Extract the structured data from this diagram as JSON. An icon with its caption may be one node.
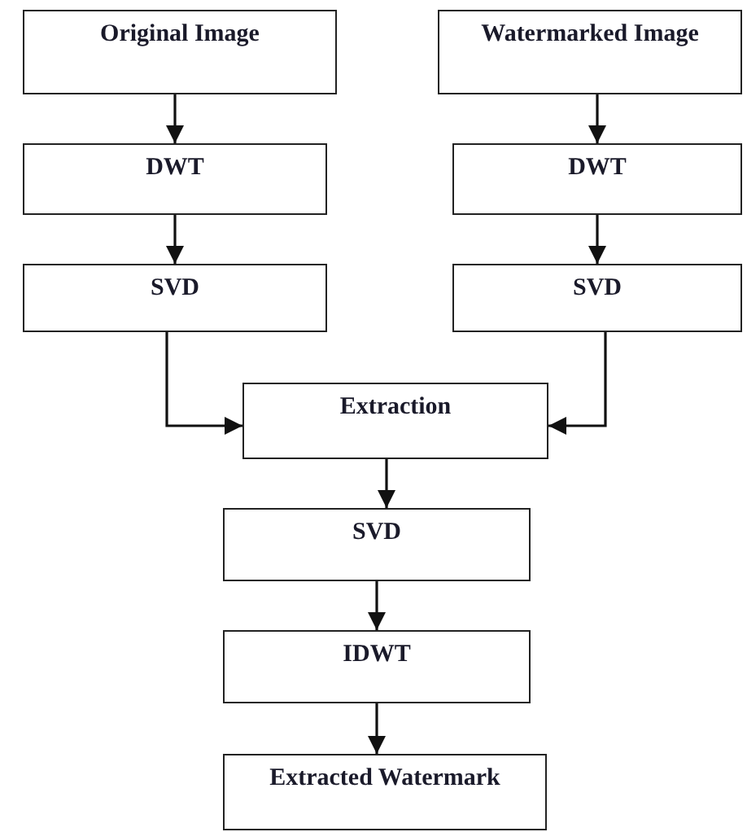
{
  "diagram": {
    "nodes": [
      {
        "text": [
          "Original Image"
        ]
      },
      {
        "text": [
          "Watermarked Image"
        ]
      },
      {
        "text": [
          "DWT"
        ]
      },
      {
        "text": [
          "DWT"
        ]
      },
      {
        "text": [
          "SVD"
        ]
      },
      {
        "text": [
          "SVD"
        ]
      },
      {
        "text": [
          "Extraction"
        ]
      },
      {
        "text": [
          "SVD"
        ]
      },
      {
        "text": [
          "IDWT"
        ]
      },
      {
        "text": [
          "Extracted Watermark"
        ]
      }
    ],
    "edges": [
      {
        "from": 0,
        "to": 2,
        "arrow": "to"
      },
      {
        "from": 1,
        "to": 3,
        "arrow": "to"
      },
      {
        "from": 2,
        "to": 4,
        "arrow": "to"
      },
      {
        "from": 3,
        "to": 5,
        "arrow": "to"
      },
      {
        "from": 4,
        "to": 6,
        "arrow": "to"
      },
      {
        "from": 5,
        "to": 6,
        "arrow": "to"
      },
      {
        "from": 6,
        "to": 7,
        "arrow": "to"
      },
      {
        "from": 7,
        "to": 8,
        "arrow": "to"
      },
      {
        "from": 8,
        "to": 9,
        "arrow": "to"
      }
    ]
  }
}
